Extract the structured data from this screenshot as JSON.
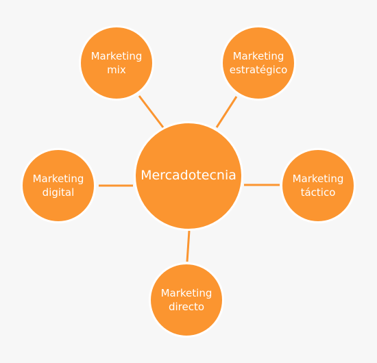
{
  "diagram": {
    "colors": {
      "node_fill": "#fb9530",
      "node_border": "#ffffff",
      "connector": "#fb9530",
      "background": "#f7f7f7",
      "text": "#ffffff"
    },
    "center": {
      "label": "Mercadotecnia"
    },
    "satellites": [
      {
        "line1": "Marketing",
        "line2": "mix"
      },
      {
        "line1": "Marketing",
        "line2": "estratégico"
      },
      {
        "line1": "Marketing",
        "line2": "digital"
      },
      {
        "line1": "Marketing",
        "line2": "táctico"
      },
      {
        "line1": "Marketing",
        "line2": "directo"
      }
    ]
  }
}
